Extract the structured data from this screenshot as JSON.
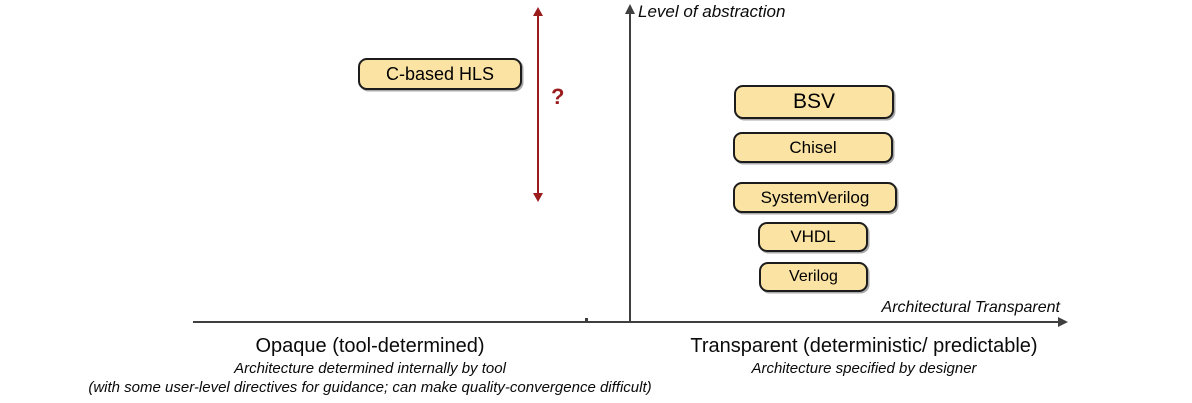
{
  "diagram_title": "Level of abstraction",
  "axes": {
    "y_label": "Level of abstraction",
    "x_right_label": "Architectural Transparent"
  },
  "question_mark": "?",
  "boxes": [
    {
      "id": "c-based-hls",
      "label": "C-based HLS"
    },
    {
      "id": "bsv",
      "label": "BSV"
    },
    {
      "id": "chisel",
      "label": "Chisel"
    },
    {
      "id": "systemverilog",
      "label": "SystemVerilog"
    },
    {
      "id": "vhdl",
      "label": "VHDL"
    },
    {
      "id": "verilog",
      "label": "Verilog"
    }
  ],
  "footers": {
    "left": {
      "title": "Opaque (tool-determined)",
      "subtitle": "Architecture determined internally by tool",
      "note": "(with some user-level directives for guidance; can make quality-convergence difficult)"
    },
    "right": {
      "title": "Transparent (deterministic/ predictable)",
      "subtitle": "Architecture specified by designer"
    }
  },
  "colors": {
    "box_fill": "#fbe3a4",
    "box_border": "#1c1c1c",
    "axis": "#3f3f3f",
    "accent_red": "#9b1c1c",
    "text": "#0a0a0a"
  }
}
